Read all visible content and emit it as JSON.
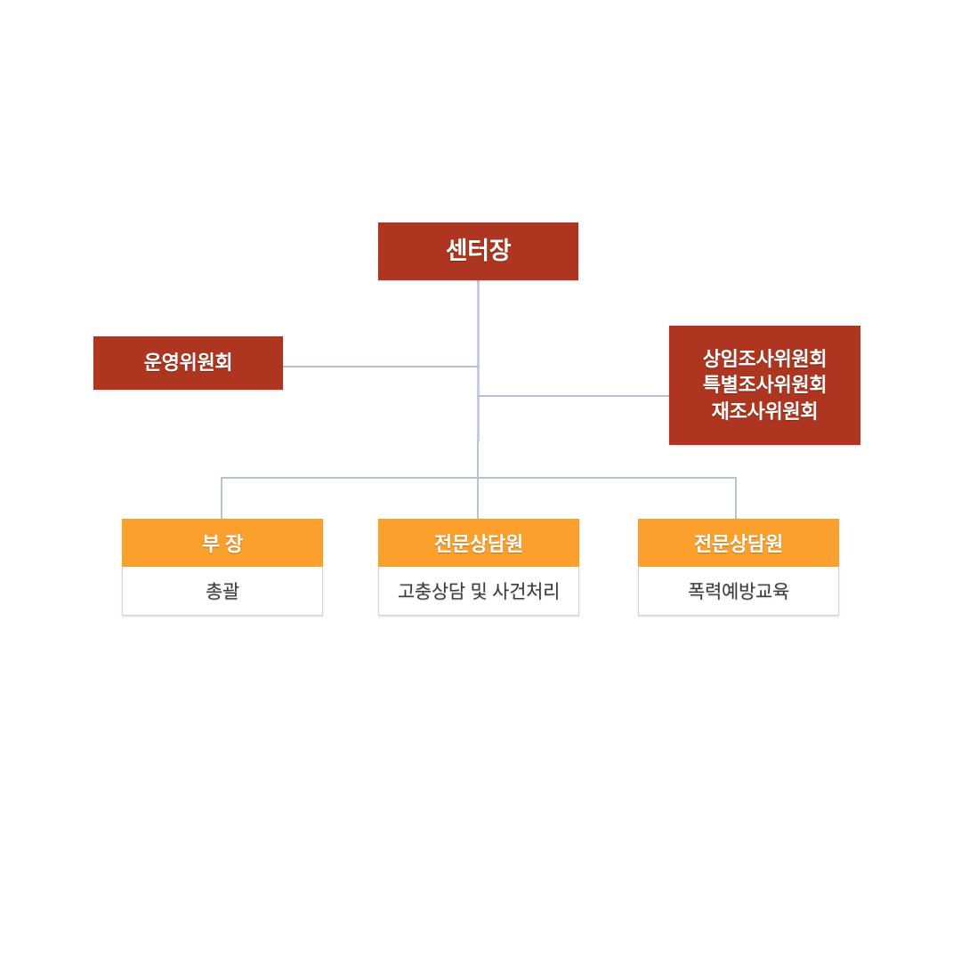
{
  "chart": {
    "type": "org-chart",
    "title_text": "",
    "background_color": "#ffffff",
    "connector_color": "#b6c3d6",
    "colors": {
      "committee_fill": "#ae3620",
      "staff_header_fill": "#fba02d",
      "staff_body_fill": "#ffffff",
      "staff_body_border": "#cfd2d6",
      "committee_text": "#ffffff",
      "staff_header_text": "#ffffff",
      "staff_body_text": "#3c3c3c"
    }
  },
  "nodes": {
    "head": {
      "label": "센터장",
      "role": "root"
    },
    "committee_left": {
      "label": "운영위원회",
      "role": "side-committee"
    },
    "committee_right": {
      "lines": [
        "상임조사위원회",
        "특별조사위원회",
        "재조사위원회"
      ],
      "label": "상임조사위원회 특별조사위원회 재조사위원회",
      "role": "side-committee"
    },
    "staff": [
      {
        "title": "부 장",
        "duty": "총괄",
        "role": "staff"
      },
      {
        "title": "전문상담원",
        "duty": "고충상담 및 사건처리",
        "role": "staff"
      },
      {
        "title": "전문상담원",
        "duty": "폭력예방교육",
        "role": "staff"
      }
    ]
  }
}
